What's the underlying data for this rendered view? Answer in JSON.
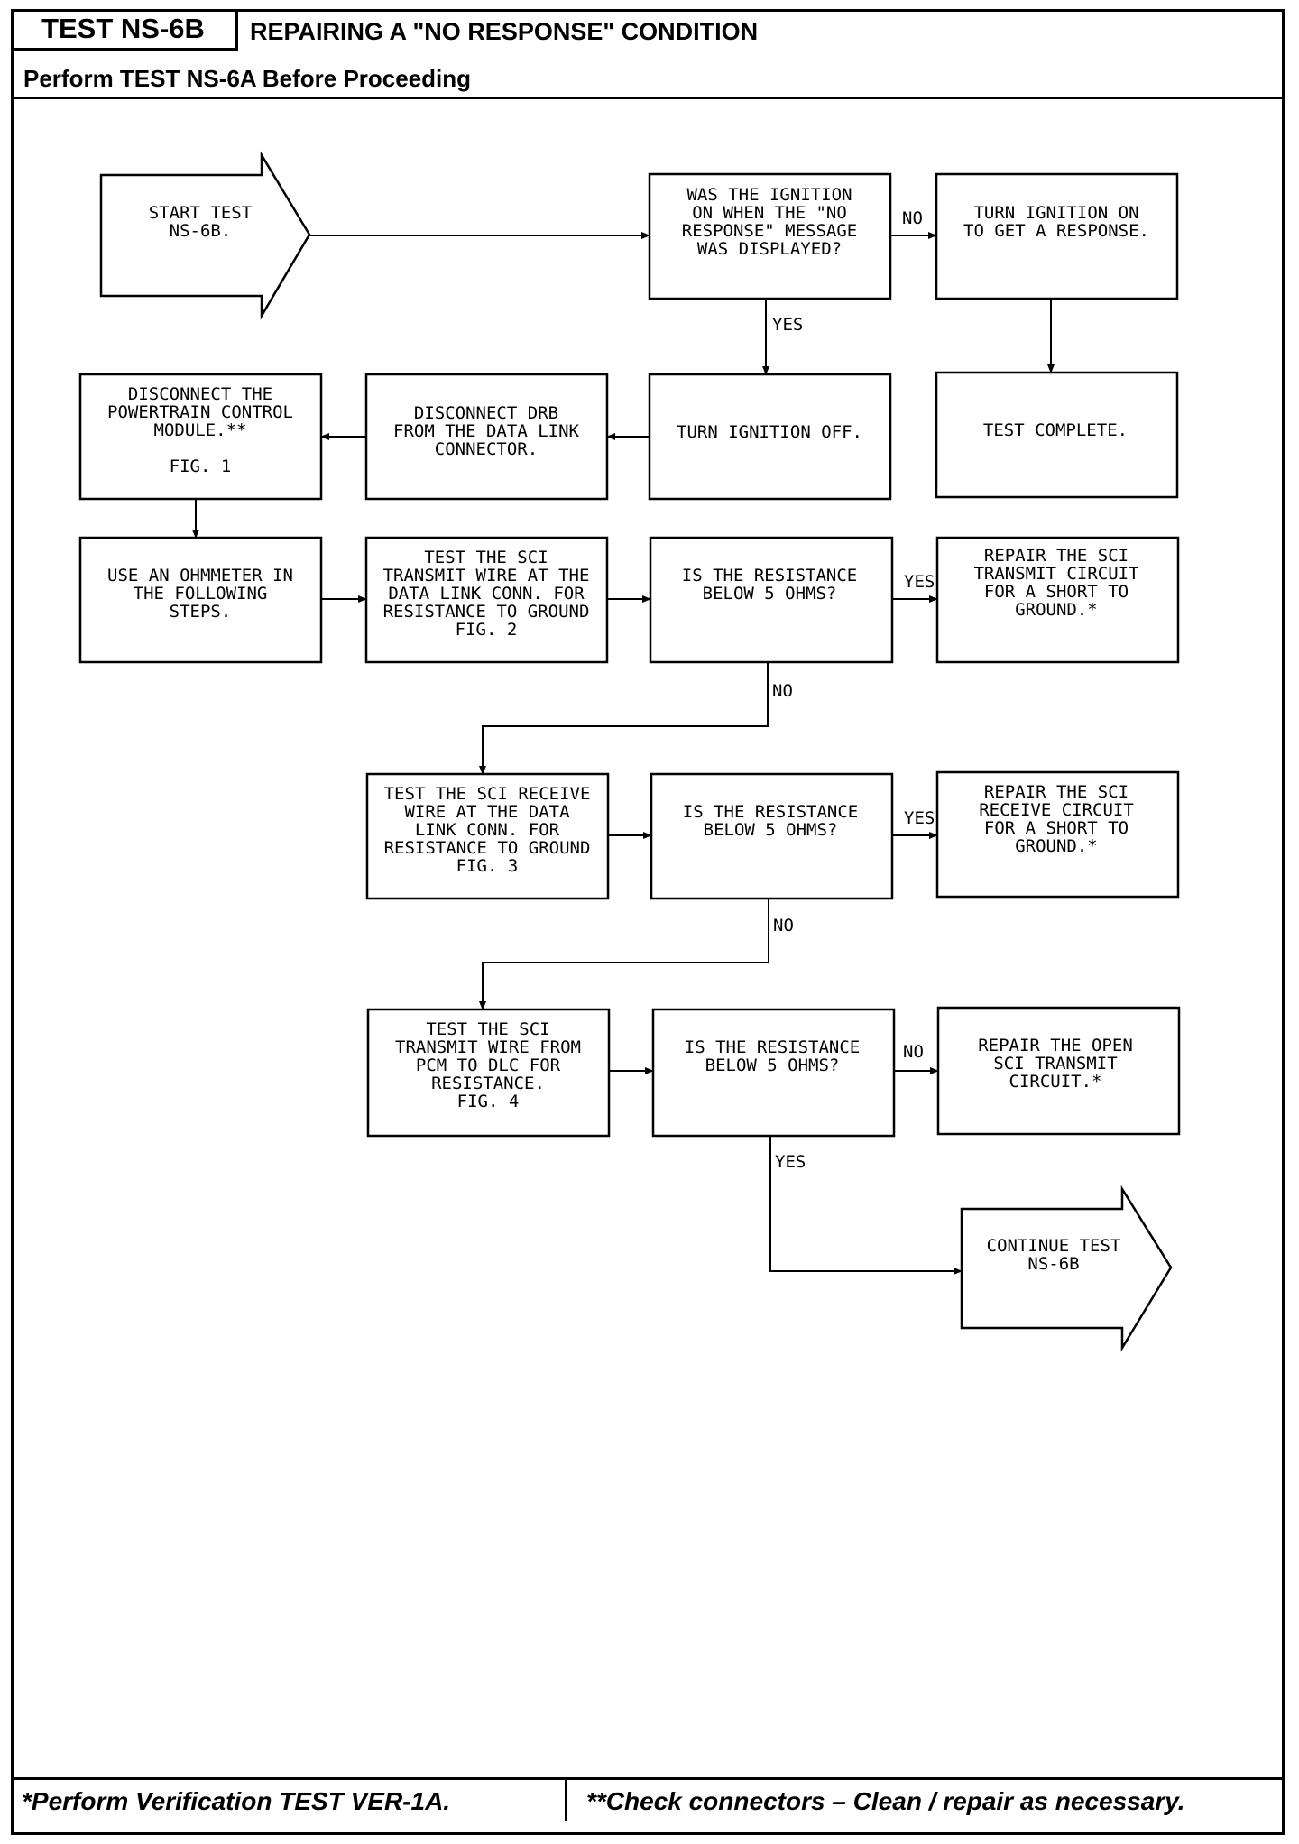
{
  "header": {
    "test_id": "TEST NS-6B",
    "title": "REPAIRING A \"NO RESPONSE\" CONDITION",
    "subtitle": "Perform TEST NS-6A Before Proceeding"
  },
  "flowchart": {
    "start": [
      "START TEST",
      "NS-6B."
    ],
    "q_ignition": [
      "WAS THE IGNITION",
      "ON WHEN THE \"NO",
      "RESPONSE\" MESSAGE",
      "WAS DISPLAYED?"
    ],
    "turn_on": [
      "TURN IGNITION ON",
      "TO GET A RESPONSE."
    ],
    "turn_off": [
      "TURN IGNITION OFF."
    ],
    "test_complete": [
      "TEST COMPLETE."
    ],
    "disconnect_drb": [
      "DISCONNECT DRB",
      "FROM THE DATA LINK",
      "CONNECTOR."
    ],
    "disconnect_pcm": [
      "DISCONNECT THE",
      "POWERTRAIN CONTROL",
      "MODULE.**",
      "",
      "FIG. 1"
    ],
    "ohmmeter": [
      "USE AN OHMMETER IN",
      "THE FOLLOWING",
      "STEPS."
    ],
    "test_transmit": [
      "TEST THE SCI",
      "TRANSMIT WIRE AT THE",
      "DATA LINK CONN. FOR",
      "RESISTANCE TO GROUND",
      "FIG. 2"
    ],
    "q_res_1": [
      "IS THE RESISTANCE",
      "BELOW 5 OHMS?"
    ],
    "repair_transmit_short": [
      "REPAIR THE SCI",
      "TRANSMIT CIRCUIT",
      "FOR A SHORT TO",
      "GROUND.*"
    ],
    "test_receive": [
      "TEST THE SCI RECEIVE",
      "WIRE AT THE DATA",
      "LINK CONN. FOR",
      "RESISTANCE TO GROUND",
      "FIG. 3"
    ],
    "q_res_2": [
      "IS THE RESISTANCE",
      "BELOW 5 OHMS?"
    ],
    "repair_receive_short": [
      "REPAIR THE SCI",
      "RECEIVE CIRCUIT",
      "FOR A SHORT TO",
      "GROUND.*"
    ],
    "test_transmit_pcm": [
      "TEST THE SCI",
      "TRANSMIT WIRE FROM",
      "PCM TO DLC FOR",
      "RESISTANCE.",
      "FIG. 4"
    ],
    "q_res_3": [
      "IS THE RESISTANCE",
      "BELOW 5 OHMS?"
    ],
    "repair_open": [
      "REPAIR THE OPEN",
      "SCI TRANSMIT",
      "CIRCUIT.*"
    ],
    "continue": [
      "CONTINUE TEST",
      "NS-6B"
    ],
    "labels": {
      "no_ignition": "NO",
      "yes_ignition": "YES",
      "yes_res_1": "YES",
      "no_res_1": "NO",
      "yes_res_2": "YES",
      "no_res_2": "NO",
      "no_res_3": "NO",
      "yes_res_3": "YES"
    }
  },
  "footer": {
    "left": "*Perform Verification TEST VER-1A.",
    "right": "**Check connectors – Clean / repair as necessary."
  }
}
